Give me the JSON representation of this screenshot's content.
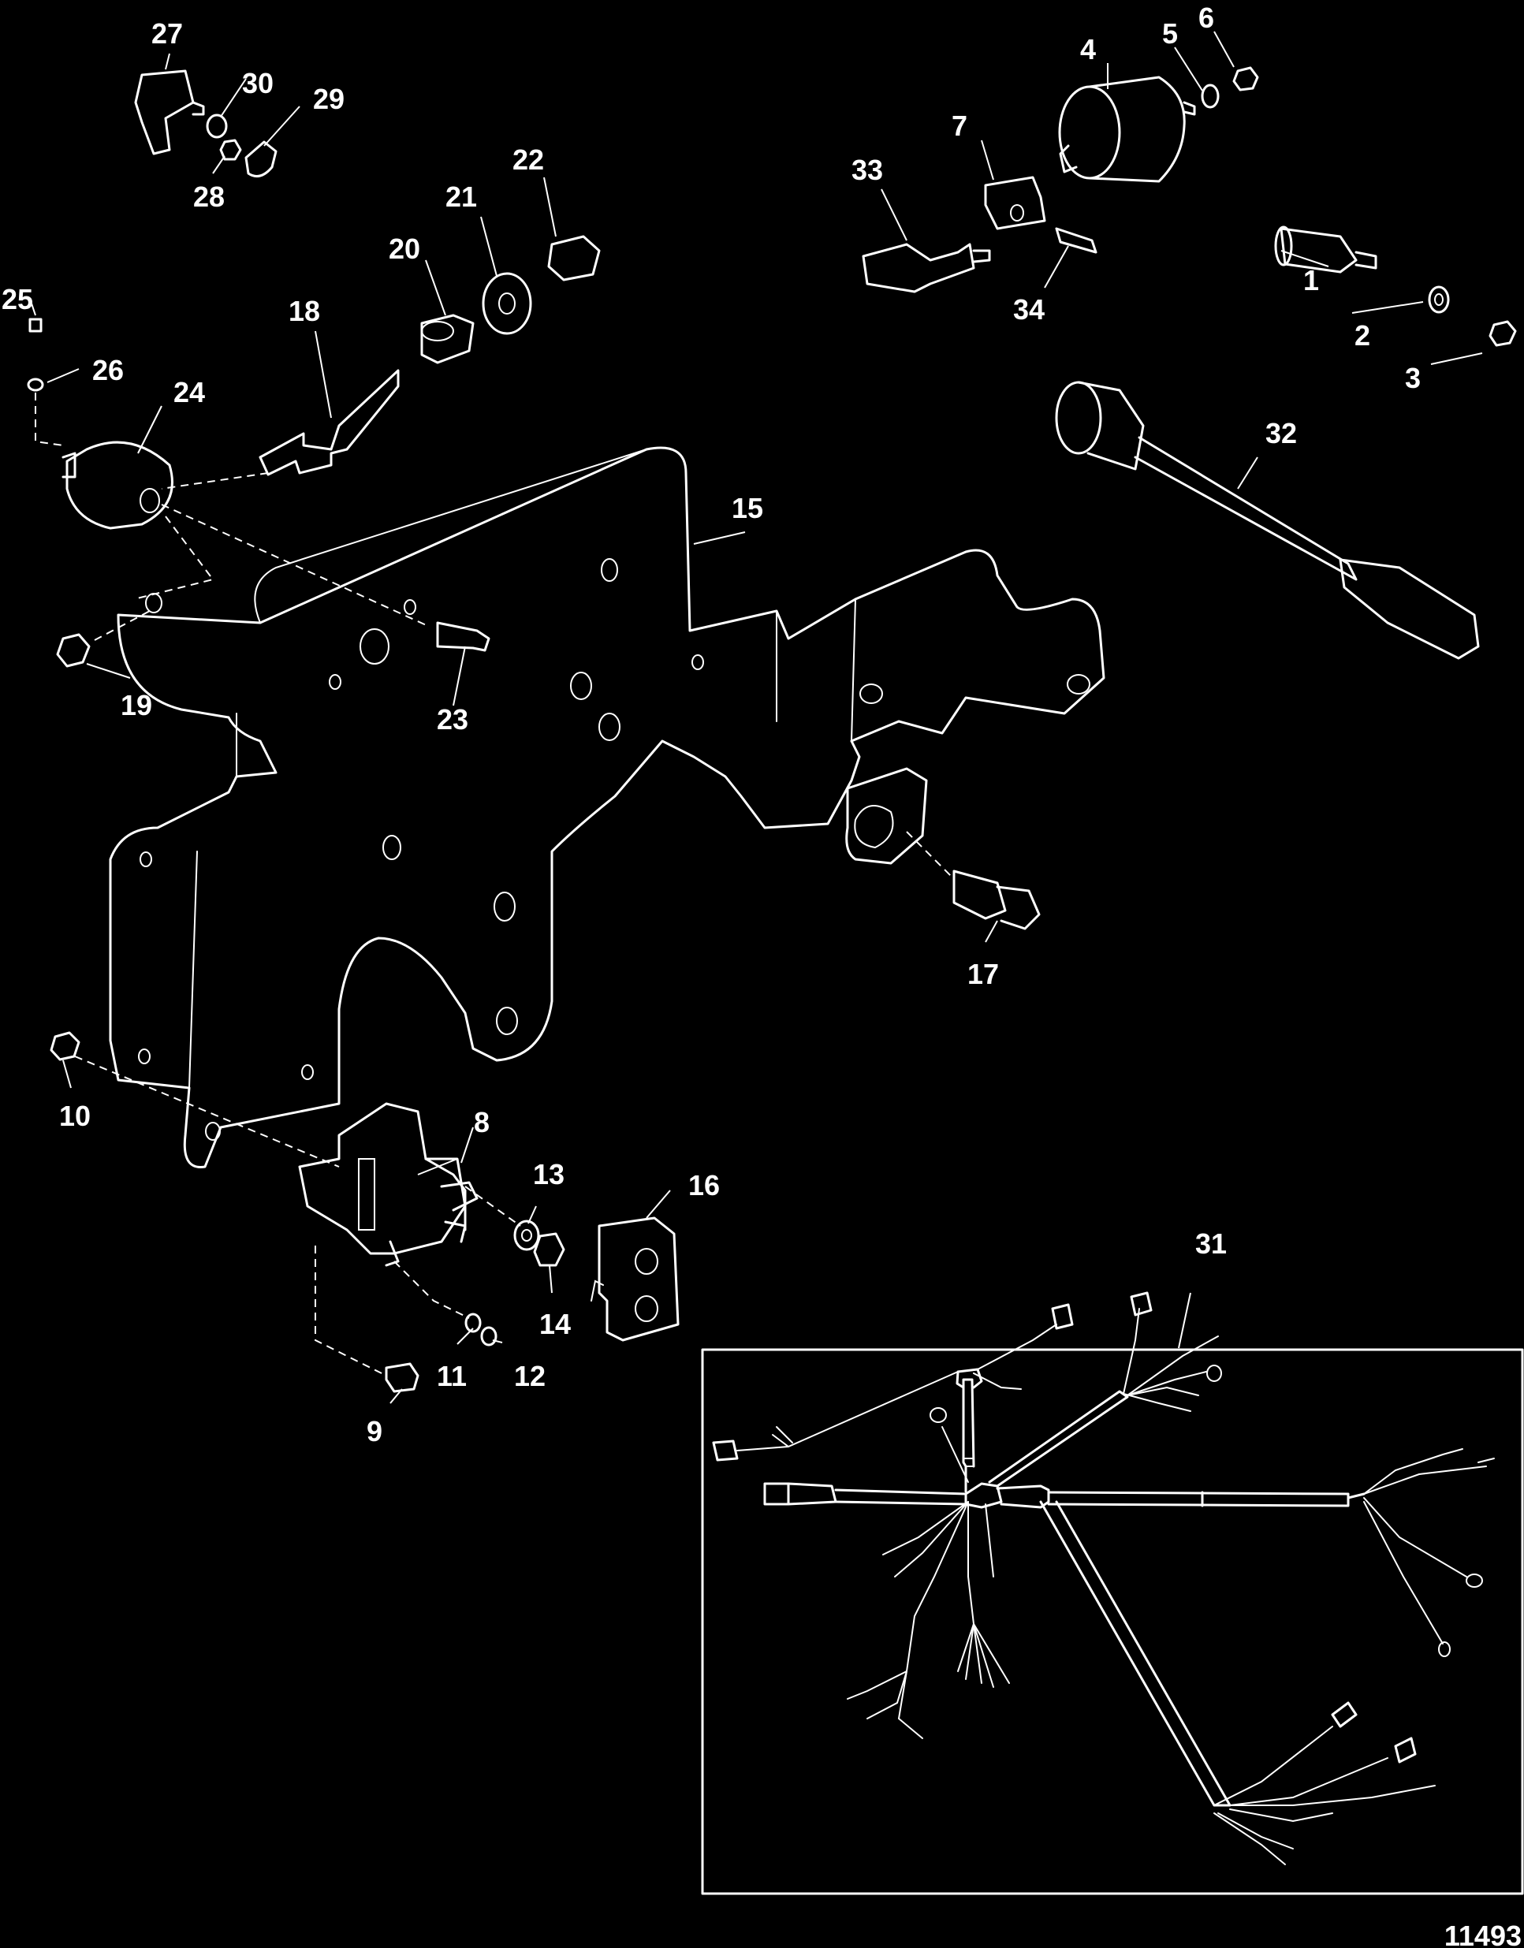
{
  "figure_number": "11493",
  "callouts": [
    "1",
    "2",
    "3",
    "4",
    "5",
    "6",
    "7",
    "8",
    "9",
    "10",
    "11",
    "12",
    "13",
    "14",
    "15",
    "16",
    "17",
    "18",
    "19",
    "20",
    "21",
    "22",
    "23",
    "24",
    "25",
    "26",
    "27",
    "28",
    "29",
    "30",
    "31",
    "32",
    "33",
    "34"
  ]
}
